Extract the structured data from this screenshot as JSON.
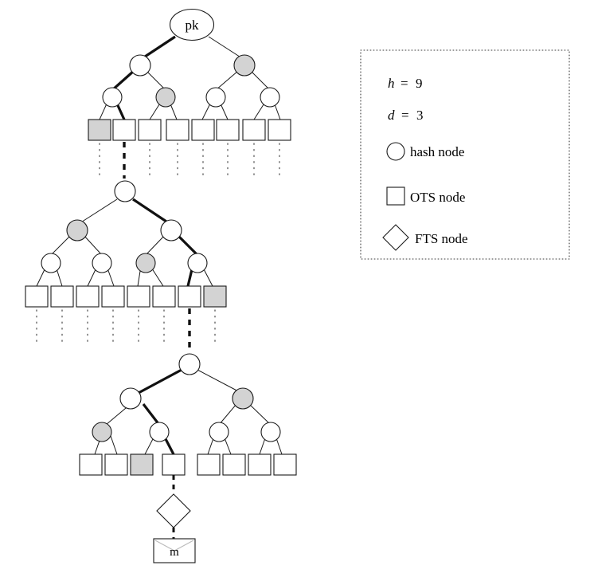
{
  "diagram": {
    "title": "Hypertree hash-based signature scheme diagram",
    "type": "tree-diagram",
    "root_label": "pk",
    "message_label": "m",
    "colors": {
      "node_fill_white": "#ffffff",
      "node_fill_gray": "#d3d3d3",
      "stroke": "#1a1a1a",
      "auth_path_stroke": "#111111",
      "dotted_gray": "#555555",
      "legend_border": "#3a3a3a",
      "envelope_flap": "#b9b9b9",
      "background": "#ffffff"
    },
    "layers": [
      {
        "name": "top-tree",
        "root_shape": "ellipse",
        "root_text": "pk",
        "hash_levels": 2,
        "ots_leaves": 8,
        "gray_hash_nodes": 2,
        "gray_ots_leaves": 1
      },
      {
        "name": "middle-tree",
        "root_shape": "circle",
        "root_text": "",
        "hash_levels": 3,
        "ots_leaves": 8,
        "gray_hash_nodes": 2,
        "gray_ots_leaves": 1
      },
      {
        "name": "bottom-tree",
        "root_shape": "circle",
        "root_text": "",
        "hash_levels": 3,
        "ots_leaves": 8,
        "gray_hash_nodes": 2,
        "gray_ots_leaves": 1
      }
    ],
    "fts": {
      "shape": "diamond",
      "label": ""
    },
    "message": {
      "shape": "envelope",
      "label": "m"
    }
  },
  "legend": {
    "params": [
      {
        "symbol": "h",
        "eq": "=",
        "value": "9"
      },
      {
        "symbol": "d",
        "eq": "=",
        "value": "3"
      }
    ],
    "items": [
      {
        "icon": "circle",
        "label": "hash node"
      },
      {
        "icon": "square",
        "label": "OTS node"
      },
      {
        "icon": "diamond",
        "label": "FTS node"
      }
    ]
  }
}
